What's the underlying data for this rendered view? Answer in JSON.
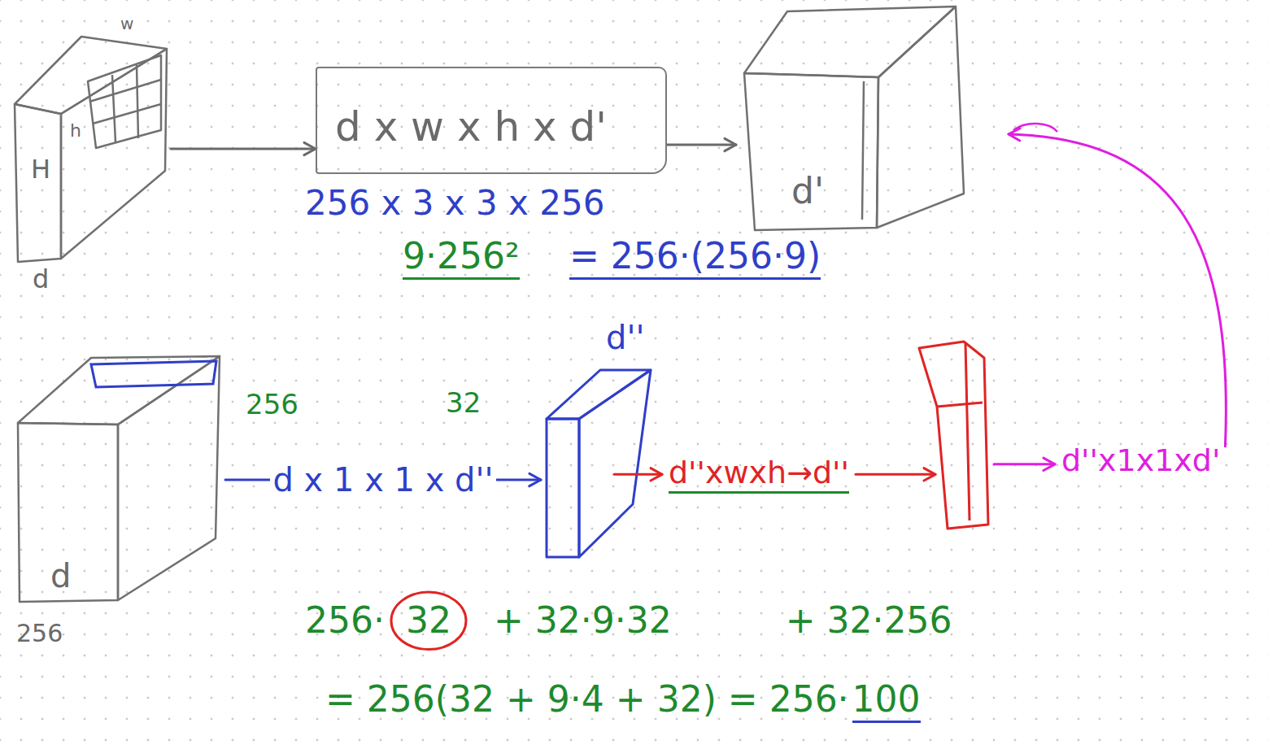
{
  "diagram": {
    "nodes": [
      {
        "text": [
          "H",
          "d"
        ]
      },
      {
        "text": [
          "d x w x h x d'"
        ]
      },
      {
        "text": [
          "d'"
        ]
      },
      {
        "text": [
          "d",
          "256"
        ]
      },
      {
        "text": [
          "d''"
        ]
      }
    ],
    "edges": [
      {
        "from": 0,
        "to": 1,
        "arrow": "to"
      },
      {
        "from": 1,
        "to": 2,
        "arrow": "to"
      },
      {
        "from": 3,
        "to": 4,
        "arrow": "to",
        "label": "d x 1 x 1 x d''"
      }
    ],
    "labels": [
      "w",
      "h",
      "256 x 3 x 3 x 256",
      "9·256²",
      "= 256·(256·9)",
      "256",
      "32",
      "d''xwxh→d''",
      "d''x1x1xd'",
      "256·",
      "32",
      "+ 32·9·32",
      "+ 32·256",
      "= 256(32 + 9·4 + 32) = 256·",
      "100"
    ]
  }
}
